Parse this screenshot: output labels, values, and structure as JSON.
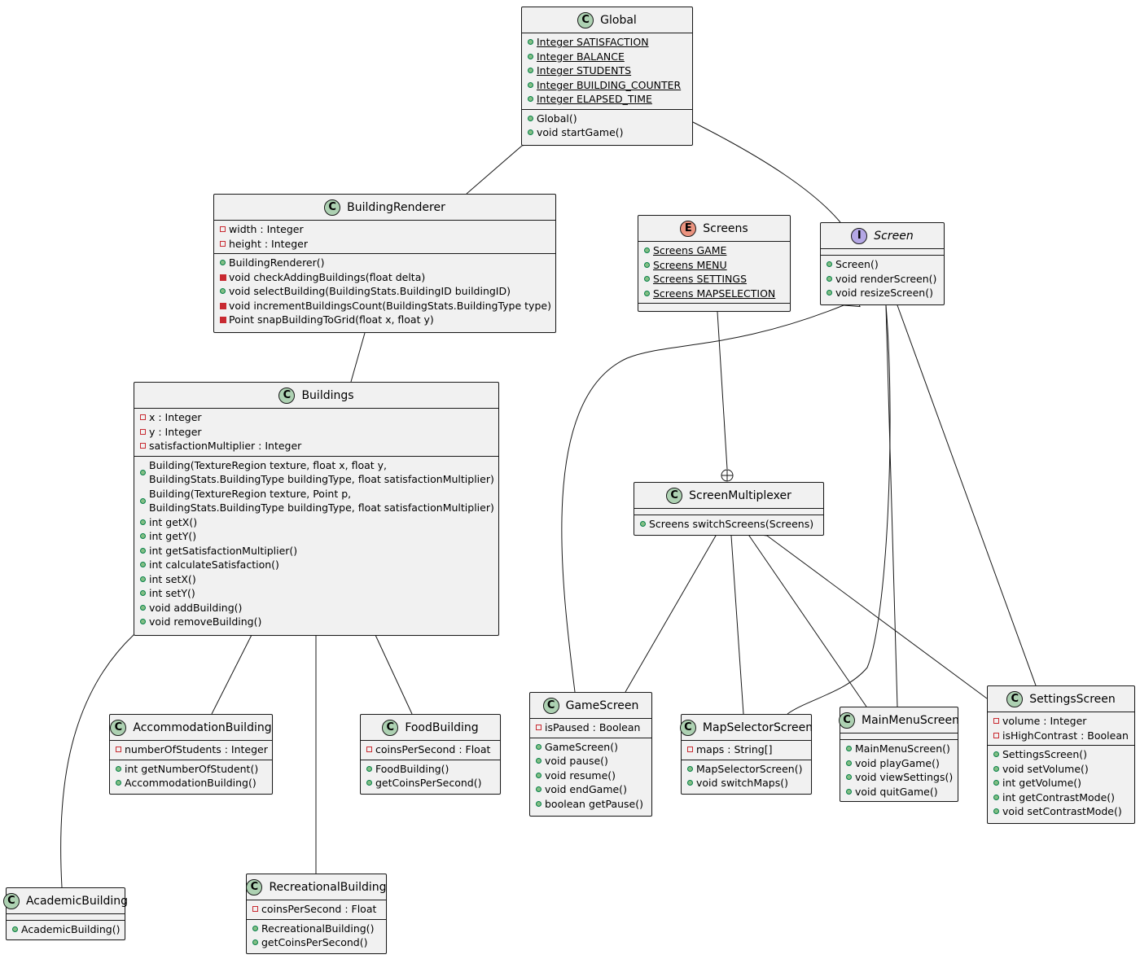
{
  "diagram": {
    "classes": {
      "global": {
        "name": "Global",
        "kind": "C",
        "fields": [
          {
            "vis": "+",
            "text": "Integer SATISFACTION",
            "static": true
          },
          {
            "vis": "+",
            "text": "Integer BALANCE",
            "static": true
          },
          {
            "vis": "+",
            "text": "Integer STUDENTS",
            "static": true
          },
          {
            "vis": "+",
            "text": "Integer BUILDING_COUNTER",
            "static": true
          },
          {
            "vis": "+",
            "text": "Integer ELAPSED_TIME",
            "static": true
          }
        ],
        "methods": [
          {
            "vis": "+",
            "text": "Global()"
          },
          {
            "vis": "+",
            "text": "void startGame()"
          }
        ]
      },
      "building_renderer": {
        "name": "BuildingRenderer",
        "kind": "C",
        "fields": [
          {
            "vis": "-",
            "text": "width : Integer"
          },
          {
            "vis": "-",
            "text": "height : Integer"
          }
        ],
        "methods": [
          {
            "vis": "+",
            "text": "BuildingRenderer()"
          },
          {
            "vis": "-m",
            "text": "void checkAddingBuildings(float delta)"
          },
          {
            "vis": "+",
            "text": "void selectBuilding(BuildingStats.BuildingID buildingID)"
          },
          {
            "vis": "-m",
            "text": "void incrementBuildingsCount(BuildingStats.BuildingType type)"
          },
          {
            "vis": "-m",
            "text": "Point snapBuildingToGrid(float x, float y)"
          }
        ]
      },
      "screens": {
        "name": "Screens",
        "kind": "E",
        "fields": [
          {
            "vis": "+",
            "text": "Screens GAME",
            "static": true
          },
          {
            "vis": "+",
            "text": "Screens MENU",
            "static": true
          },
          {
            "vis": "+",
            "text": "Screens SETTINGS",
            "static": true
          },
          {
            "vis": "+",
            "text": "Screens MAPSELECTION",
            "static": true
          }
        ],
        "methods": []
      },
      "screen": {
        "name": "Screen",
        "kind": "I",
        "fields": [],
        "methods": [
          {
            "vis": "+",
            "text": "Screen()"
          },
          {
            "vis": "+",
            "text": "void renderScreen()"
          },
          {
            "vis": "+",
            "text": "void resizeScreen()"
          }
        ]
      },
      "buildings": {
        "name": "Buildings",
        "kind": "C",
        "fields": [
          {
            "vis": "-",
            "text": "x : Integer"
          },
          {
            "vis": "-",
            "text": "y : Integer"
          },
          {
            "vis": "-",
            "text": "satisfactionMultiplier : Integer"
          }
        ],
        "methods": [
          {
            "vis": "+",
            "text": "Building(TextureRegion texture, float x, float y,\nBuildingStats.BuildingType buildingType, float satisfactionMultiplier)"
          },
          {
            "vis": "+",
            "text": "Building(TextureRegion texture, Point p,\nBuildingStats.BuildingType buildingType, float satisfactionMultiplier)"
          },
          {
            "vis": "+",
            "text": "int getX()"
          },
          {
            "vis": "+",
            "text": "int getY()"
          },
          {
            "vis": "+",
            "text": "int getSatisfactionMultiplier()"
          },
          {
            "vis": "+",
            "text": "int calculateSatisfaction()"
          },
          {
            "vis": "+",
            "text": "int setX()"
          },
          {
            "vis": "+",
            "text": "int setY()"
          },
          {
            "vis": "+",
            "text": "void addBuilding()"
          },
          {
            "vis": "+",
            "text": "void removeBuilding()"
          }
        ]
      },
      "screen_multiplexer": {
        "name": "ScreenMultiplexer",
        "kind": "C",
        "fields": [],
        "methods": [
          {
            "vis": "+",
            "text": "Screens switchScreens(Screens)"
          }
        ]
      },
      "accommodation_building": {
        "name": "AccommodationBuilding",
        "kind": "C",
        "fields": [
          {
            "vis": "-",
            "text": "numberOfStudents : Integer"
          }
        ],
        "methods": [
          {
            "vis": "+",
            "text": "int getNumberOfStudent()"
          },
          {
            "vis": "+",
            "text": "AccommodationBuilding()"
          }
        ]
      },
      "food_building": {
        "name": "FoodBuilding",
        "kind": "C",
        "fields": [
          {
            "vis": "-",
            "text": "coinsPerSecond : Float"
          }
        ],
        "methods": [
          {
            "vis": "+",
            "text": "FoodBuilding()"
          },
          {
            "vis": "+",
            "text": "getCoinsPerSecond()"
          }
        ]
      },
      "game_screen": {
        "name": "GameScreen",
        "kind": "C",
        "fields": [
          {
            "vis": "-",
            "text": "isPaused : Boolean"
          }
        ],
        "methods": [
          {
            "vis": "+",
            "text": "GameScreen()"
          },
          {
            "vis": "+",
            "text": "void pause()"
          },
          {
            "vis": "+",
            "text": "void resume()"
          },
          {
            "vis": "+",
            "text": "void endGame()"
          },
          {
            "vis": "+",
            "text": "boolean getPause()"
          }
        ]
      },
      "map_selector_screen": {
        "name": "MapSelectorScreen",
        "kind": "C",
        "fields": [
          {
            "vis": "-",
            "text": "maps : String[]"
          }
        ],
        "methods": [
          {
            "vis": "+",
            "text": "MapSelectorScreen()"
          },
          {
            "vis": "+",
            "text": "void switchMaps()"
          }
        ]
      },
      "main_menu_screen": {
        "name": "MainMenuScreen",
        "kind": "C",
        "fields": [],
        "methods": [
          {
            "vis": "+",
            "text": "MainMenuScreen()"
          },
          {
            "vis": "+",
            "text": "void playGame()"
          },
          {
            "vis": "+",
            "text": "void viewSettings()"
          },
          {
            "vis": "+",
            "text": "void quitGame()"
          }
        ]
      },
      "settings_screen": {
        "name": "SettingsScreen",
        "kind": "C",
        "fields": [
          {
            "vis": "-",
            "text": "volume : Integer"
          },
          {
            "vis": "-",
            "text": "isHighContrast : Boolean"
          }
        ],
        "methods": [
          {
            "vis": "+",
            "text": "SettingsScreen()"
          },
          {
            "vis": "+",
            "text": "void setVolume()"
          },
          {
            "vis": "+",
            "text": "int getVolume()"
          },
          {
            "vis": "+",
            "text": "int getContrastMode()"
          },
          {
            "vis": "+",
            "text": "void setContrastMode()"
          }
        ]
      },
      "academic_building": {
        "name": "AcademicBuilding",
        "kind": "C",
        "fields": [],
        "methods": [
          {
            "vis": "+",
            "text": "AcademicBuilding()"
          }
        ]
      },
      "recreational_building": {
        "name": "RecreationalBuilding",
        "kind": "C",
        "fields": [
          {
            "vis": "-",
            "text": "coinsPerSecond : Float"
          }
        ],
        "methods": [
          {
            "vis": "+",
            "text": "RecreationalBuilding()"
          },
          {
            "vis": "+",
            "text": "getCoinsPerSecond()"
          }
        ]
      }
    },
    "relations": [
      {
        "from": "global",
        "to": "building_renderer",
        "type": "composition"
      },
      {
        "from": "global",
        "to": "screen",
        "type": "composition"
      },
      {
        "from": "building_renderer",
        "to": "buildings",
        "type": "association"
      },
      {
        "from": "screens",
        "to": "screen_multiplexer",
        "type": "nested"
      },
      {
        "from": "buildings",
        "to": "academic_building",
        "type": "inheritance"
      },
      {
        "from": "buildings",
        "to": "accommodation_building",
        "type": "inheritance"
      },
      {
        "from": "buildings",
        "to": "recreational_building",
        "type": "inheritance"
      },
      {
        "from": "buildings",
        "to": "food_building",
        "type": "inheritance"
      },
      {
        "from": "screen",
        "to": "game_screen",
        "type": "inheritance"
      },
      {
        "from": "screen",
        "to": "map_selector_screen",
        "type": "inheritance"
      },
      {
        "from": "screen",
        "to": "main_menu_screen",
        "type": "inheritance"
      },
      {
        "from": "screen",
        "to": "settings_screen",
        "type": "inheritance"
      },
      {
        "from": "screen_multiplexer",
        "to": "game_screen",
        "type": "aggregation"
      },
      {
        "from": "screen_multiplexer",
        "to": "map_selector_screen",
        "type": "aggregation"
      },
      {
        "from": "screen_multiplexer",
        "to": "main_menu_screen",
        "type": "aggregation"
      },
      {
        "from": "screen_multiplexer",
        "to": "settings_screen",
        "type": "aggregation"
      }
    ],
    "colors": {
      "class_badge": "#add1b2",
      "enum_badge": "#eb937f",
      "interface_badge": "#b4a7e5",
      "box_fill": "#f1f1f1",
      "line": "#181818",
      "public_marker": "#84be84",
      "private_marker": "#c82930"
    }
  }
}
